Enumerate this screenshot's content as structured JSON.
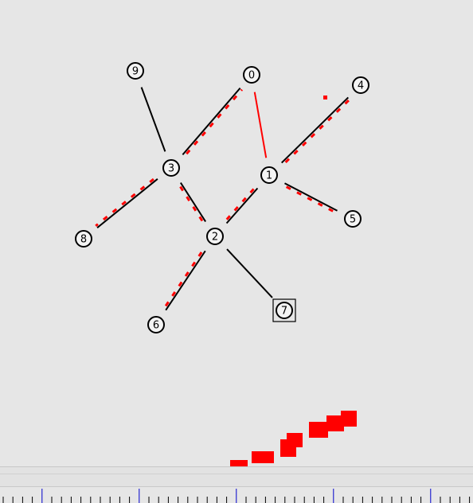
{
  "graph": {
    "nodes": [
      {
        "id": "0",
        "label": "0",
        "shape": "circle"
      },
      {
        "id": "1",
        "label": "1",
        "shape": "circle"
      },
      {
        "id": "2",
        "label": "2",
        "shape": "circle"
      },
      {
        "id": "3",
        "label": "3",
        "shape": "circle"
      },
      {
        "id": "4",
        "label": "4",
        "shape": "circle"
      },
      {
        "id": "5",
        "label": "5",
        "shape": "circle"
      },
      {
        "id": "6",
        "label": "6",
        "shape": "circle"
      },
      {
        "id": "7",
        "label": "7",
        "shape": "circle-selected"
      },
      {
        "id": "8",
        "label": "8",
        "shape": "circle"
      },
      {
        "id": "9",
        "label": "9",
        "shape": "circle"
      }
    ],
    "edges": [
      {
        "from": "9",
        "to": "3",
        "style": "solid-black"
      },
      {
        "from": "3",
        "to": "0",
        "style": "black-with-red-dashes"
      },
      {
        "from": "0",
        "to": "1",
        "style": "solid-red"
      },
      {
        "from": "1",
        "to": "4",
        "style": "black-with-red-dashes"
      },
      {
        "from": "3",
        "to": "8",
        "style": "black-with-red-dashes"
      },
      {
        "from": "3",
        "to": "2",
        "style": "black-with-red-dashes"
      },
      {
        "from": "1",
        "to": "2",
        "style": "black-with-red-dashes"
      },
      {
        "from": "1",
        "to": "5",
        "style": "black-with-red-dashes"
      },
      {
        "from": "2",
        "to": "6",
        "style": "black-with-red-dashes"
      },
      {
        "from": "2",
        "to": "7",
        "style": "solid-black"
      }
    ]
  },
  "colors": {
    "background": "#e6e6e6",
    "edge_black": "#000000",
    "edge_red": "#ff0000",
    "activity_red": "#ff0000",
    "ruler_major_tick": "#0000cc",
    "ruler_minor_tick": "#000000"
  }
}
